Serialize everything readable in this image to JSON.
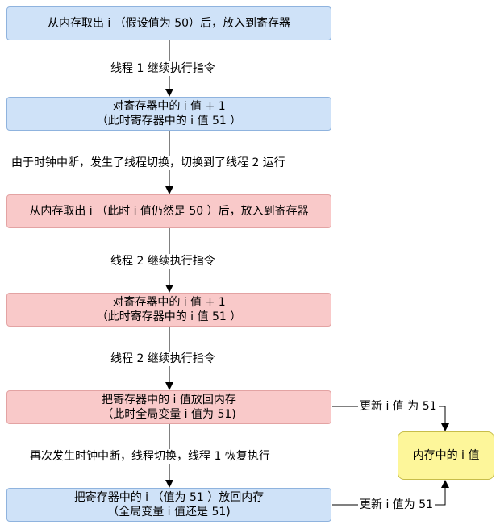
{
  "nodes": {
    "step1": [
      "从内存取出 i （假设值为 50）后，放入到寄存器"
    ],
    "step2": [
      "对寄存器中的 i 值 + 1",
      "（此时寄存器中的 i 值 51 ）"
    ],
    "step3": [
      "从内存取出 i （此时 i 值仍然是 50 ）后，放入到寄存器"
    ],
    "step4": [
      "对寄存器中的 i 值 + 1",
      "（此时寄存器中的 i 值 51 ）"
    ],
    "step5": [
      "把寄存器中的 i 值放回内存",
      "（此时全局变量 i 值为 51)"
    ],
    "step6": [
      "把寄存器中的 i （值为 51 ）放回内存",
      "（全局变量 i 值还是 51)"
    ],
    "memory": [
      "内存中的 i 值"
    ]
  },
  "edge_labels": {
    "e1": "线程 1 继续执行指令",
    "e2": "由于时钟中断，发生了线程切换，切换到了线程 2 运行",
    "e3": "线程 2 继续执行指令",
    "e4": "线程 2 继续执行指令",
    "e5": "再次发生时钟中断，线程切换，线程 1 恢复执行",
    "u1": "更新 i 值 为 51",
    "u2": "更新 i 值为 51"
  },
  "colors": {
    "thread1": "#cfe2f8",
    "thread2": "#f9c9c9",
    "memory": "#fdf69a"
  }
}
